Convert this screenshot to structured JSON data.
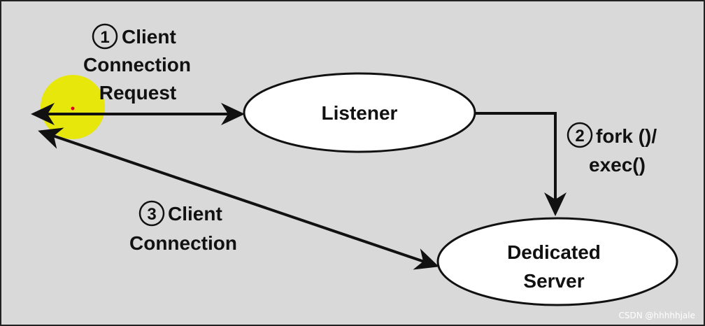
{
  "step1": {
    "num": "1",
    "line1": "Client",
    "line2": "Connection",
    "line3": "Request"
  },
  "step2": {
    "num": "2",
    "line1": "fork ()/",
    "line2": "exec()"
  },
  "step3": {
    "num": "3",
    "line1": "Client",
    "line2": "Connection"
  },
  "nodes": {
    "listener": "Listener",
    "server_line1": "Dedicated",
    "server_line2": "Server"
  },
  "watermark": "CSDN @hhhhhjale",
  "colors": {
    "highlight": "#e8e800",
    "cursor_dot": "#e0002a",
    "stroke": "#111111"
  }
}
